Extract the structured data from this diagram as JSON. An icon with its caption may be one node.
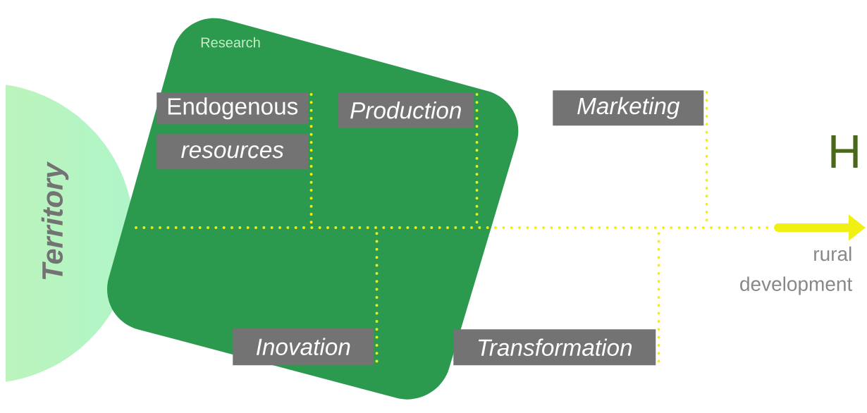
{
  "diagram": {
    "nodes": [
      {
        "text": [
          "Territory"
        ]
      },
      {
        "text": [
          "Research"
        ]
      },
      {
        "text": [
          "Endogenous"
        ],
        "in": 1
      },
      {
        "text": [
          "resources"
        ],
        "in": 1
      },
      {
        "text": [
          "Production"
        ],
        "in": 1
      },
      {
        "text": [
          "Inovation"
        ],
        "in": 1
      },
      {
        "text": [
          "Marketing"
        ]
      },
      {
        "text": [
          "Transformation"
        ]
      }
    ],
    "edges": [
      {
        "from": 0,
        "to": null,
        "arrow": "to"
      },
      {
        "from": 2,
        "to": null,
        "arrow": "none"
      },
      {
        "from": 4,
        "to": null,
        "arrow": "none"
      },
      {
        "from": 5,
        "to": null,
        "arrow": "none"
      },
      {
        "from": 6,
        "to": null,
        "arrow": "none"
      },
      {
        "from": 7,
        "to": null,
        "arrow": "none"
      }
    ],
    "labels": [
      "H",
      "rural development"
    ]
  }
}
